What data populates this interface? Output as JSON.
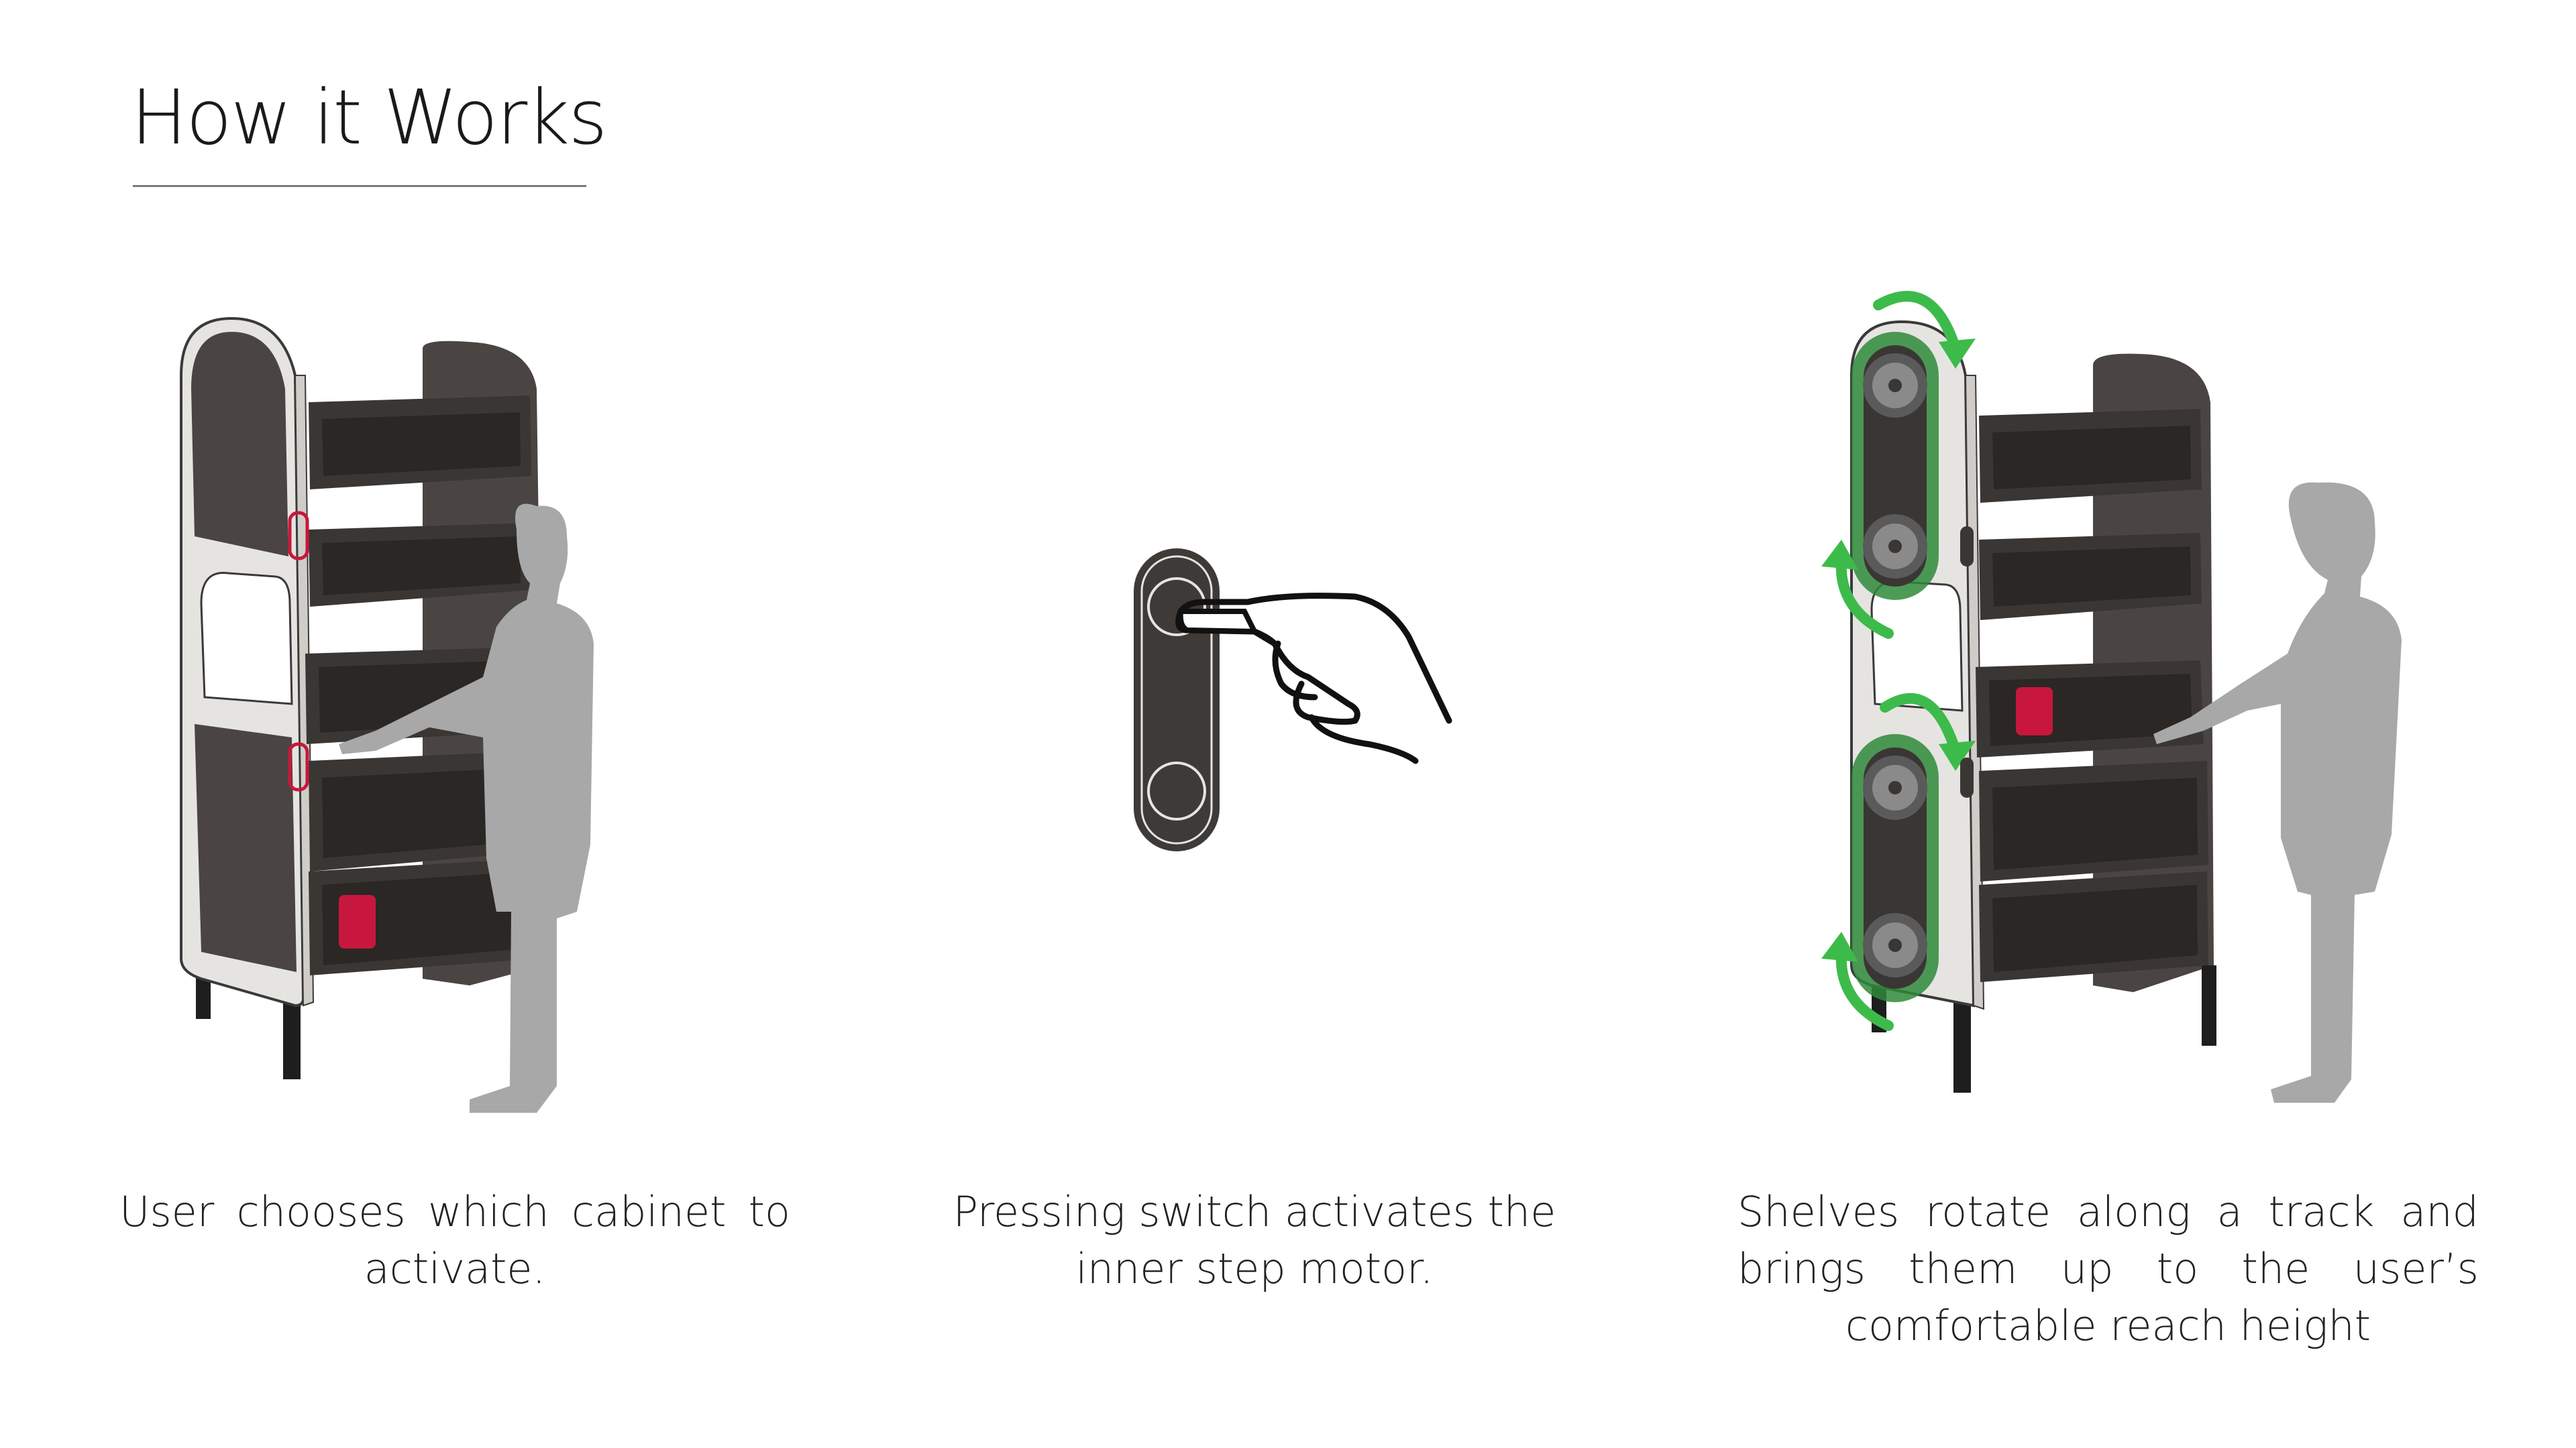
{
  "title": "How it Works",
  "steps": [
    {
      "caption": "User chooses which cabinet to activate."
    },
    {
      "caption": "Pressing switch activates the inner step motor."
    },
    {
      "caption": "Shelves rotate along a track and brings them up to the user’s comfortable reach height"
    }
  ],
  "colors": {
    "frame": "#e6e4e1",
    "frame_edge": "#3a3a3a",
    "panel": "#4a4542",
    "drawer": "#3a3634",
    "drawer_inner": "#2a2725",
    "legs": "#1e1e1e",
    "person": "#a8a8a8",
    "accent_red": "#c8173c",
    "arrow_green": "#3dbb4a",
    "belt_green": "#2e8a3a",
    "gear": "#8a8a8a"
  },
  "icons": [
    "cabinet-illustration",
    "person-silhouette",
    "switch-button-icon",
    "finger-press-icon",
    "rotation-arrow-icon",
    "gear-icon"
  ]
}
